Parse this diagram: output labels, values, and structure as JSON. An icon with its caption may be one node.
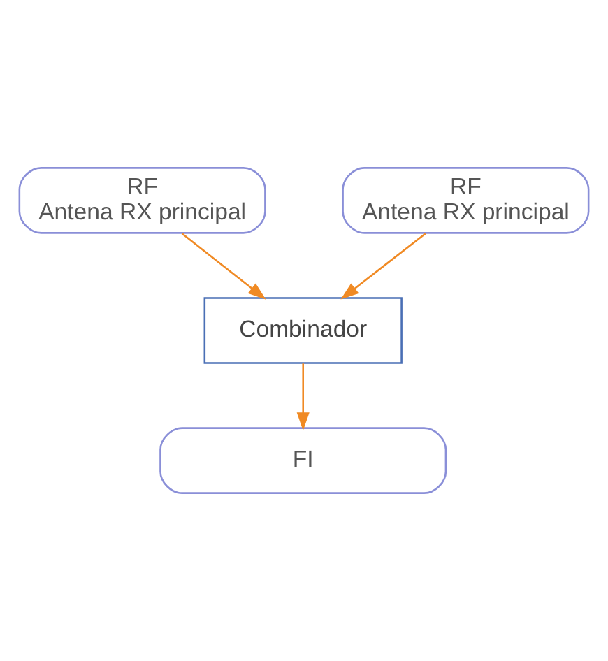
{
  "diagram": {
    "nodes": [
      {
        "text": [
          "RF",
          "Antena RX principal"
        ]
      },
      {
        "text": [
          "RF",
          "Antena RX principal"
        ]
      },
      {
        "text": [
          "Combinador"
        ]
      },
      {
        "text": [
          "FI"
        ]
      }
    ],
    "edges": [
      {
        "from": 0,
        "to": 2,
        "arrow": "to"
      },
      {
        "from": 1,
        "to": 2,
        "arrow": "to"
      },
      {
        "from": 2,
        "to": 3,
        "arrow": "to"
      }
    ]
  }
}
